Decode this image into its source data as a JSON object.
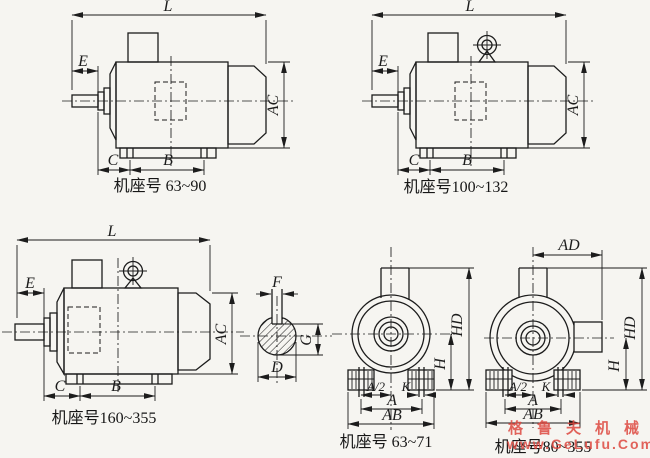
{
  "sheet": {
    "background_color": "#f6f5f1",
    "line_color": "#1c1c1c",
    "watermark_color": "#dd4840"
  },
  "dims": {
    "L": "L",
    "E": "E",
    "C": "C",
    "B": "B",
    "AC": "AC",
    "F": "F",
    "G": "G",
    "D": "D",
    "AD": "AD",
    "HD": "HD",
    "H": "H",
    "A_half": "A/2",
    "K": "K",
    "A": "A",
    "AB": "AB"
  },
  "captions": {
    "frame_63_90": "机座号 63~90",
    "frame_100_132": "机座号100~132",
    "frame_160_355": "机座号160~355",
    "frame_63_71": "机座号 63~71",
    "frame_80_355": "机座号80~355"
  },
  "watermark": {
    "brand": "格鲁夫机械",
    "url": "www.GeLufu.Com"
  }
}
